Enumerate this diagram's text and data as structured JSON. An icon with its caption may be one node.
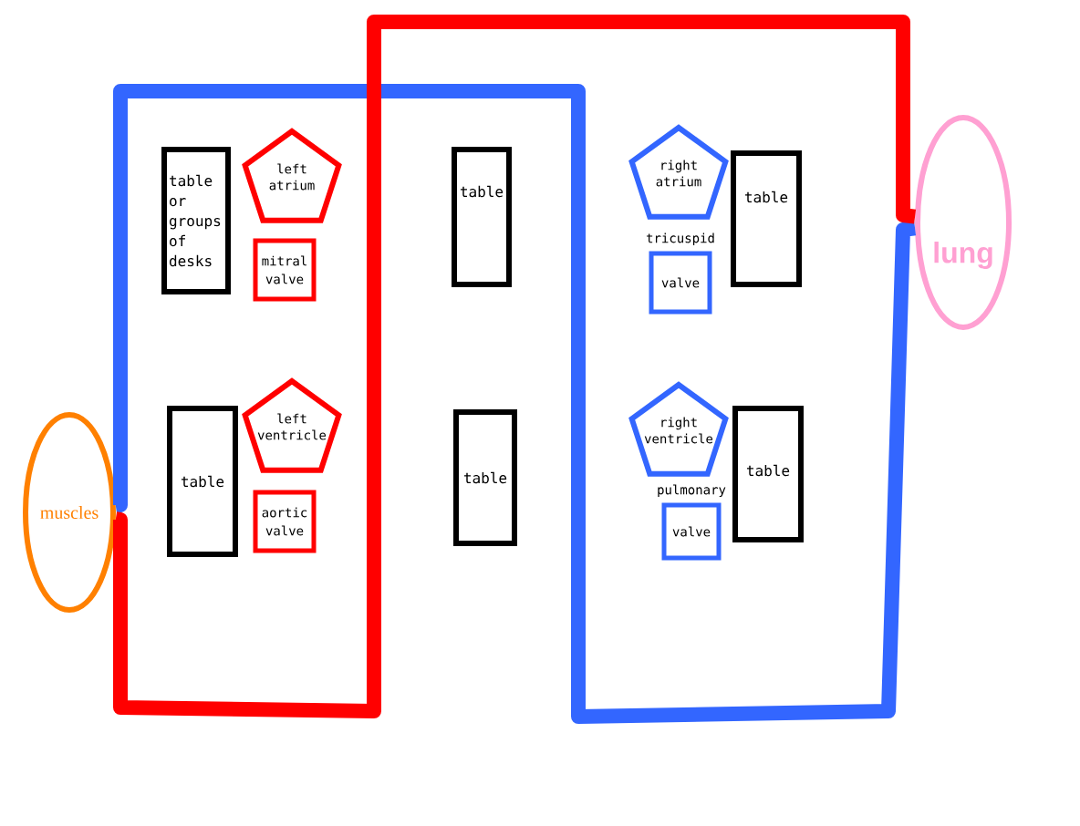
{
  "diagram": {
    "nodes": [
      {
        "text": [
          "table or groups of desks"
        ]
      },
      {
        "text": [
          "left atrium"
        ]
      },
      {
        "text": [
          "mitral valve"
        ]
      },
      {
        "text": [
          "table"
        ]
      },
      {
        "text": [
          "right atrium"
        ]
      },
      {
        "text": [
          "tricuspid",
          "valve"
        ]
      },
      {
        "text": [
          "table"
        ]
      },
      {
        "text": [
          "table"
        ]
      },
      {
        "text": [
          "left ventricle"
        ]
      },
      {
        "text": [
          "aortic valve"
        ]
      },
      {
        "text": [
          "table"
        ]
      },
      {
        "text": [
          "right ventricle"
        ]
      },
      {
        "text": [
          "pulmonary",
          "valve"
        ]
      },
      {
        "text": [
          "table"
        ]
      },
      {
        "text": [
          "muscles"
        ]
      },
      {
        "text": [
          "lung"
        ]
      }
    ],
    "edges": [
      {
        "from": 14,
        "to": 15,
        "arrow": "none",
        "color": "#3366ff"
      },
      {
        "from": 15,
        "to": 14,
        "arrow": "none",
        "color": "#ff0000"
      }
    ]
  }
}
